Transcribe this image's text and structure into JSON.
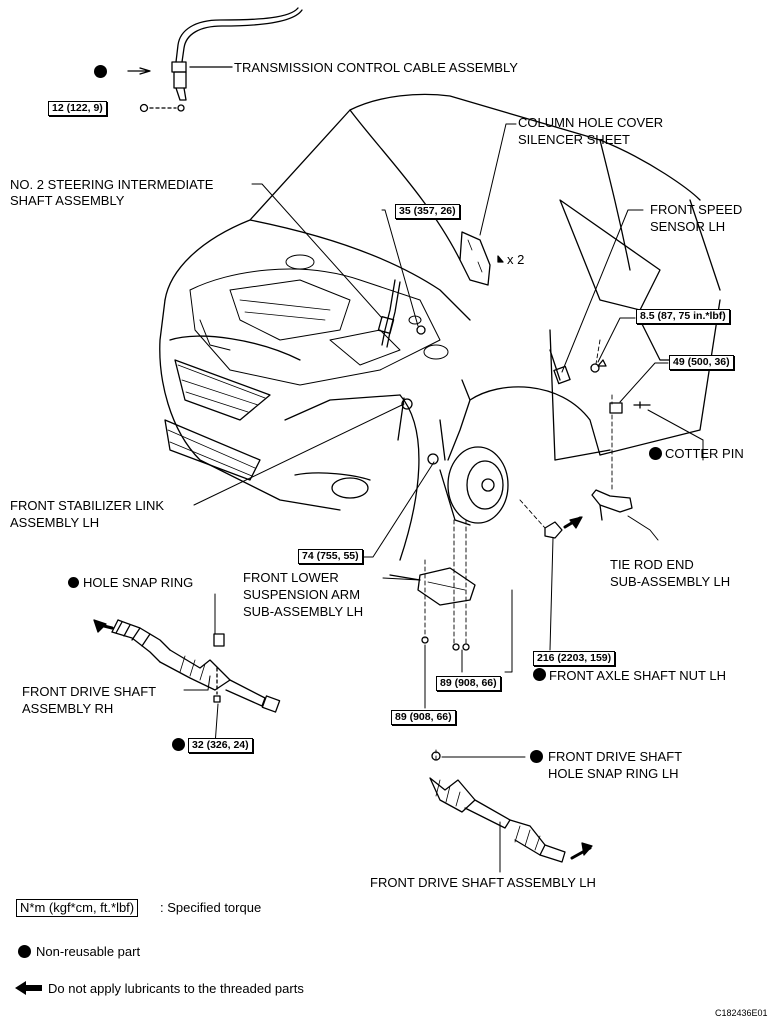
{
  "labels": {
    "transmission_cable": "TRANSMISSION CONTROL CABLE ASSEMBLY",
    "column_hole_cover_1": "COLUMN HOLE COVER",
    "column_hole_cover_2": "SILENCER SHEET",
    "steering_shaft_1": "NO. 2 STEERING INTERMEDIATE",
    "steering_shaft_2": "SHAFT ASSEMBLY",
    "front_speed_sensor_1": "FRONT SPEED",
    "front_speed_sensor_2": "SENSOR LH",
    "x2": "x 2",
    "cotter_pin": "COTTER PIN",
    "stabilizer_link_1": "FRONT STABILIZER LINK",
    "stabilizer_link_2": "ASSEMBLY LH",
    "tie_rod_end_1": "TIE ROD END",
    "tie_rod_end_2": "SUB-ASSEMBLY LH",
    "lower_arm_1": "FRONT LOWER",
    "lower_arm_2": "SUSPENSION ARM",
    "lower_arm_3": "SUB-ASSEMBLY LH",
    "hole_snap_ring": "HOLE SNAP RING",
    "drive_shaft_rh_1": "FRONT DRIVE SHAFT",
    "drive_shaft_rh_2": "ASSEMBLY RH",
    "axle_nut": "FRONT AXLE SHAFT NUT LH",
    "snap_ring_lh_1": "FRONT DRIVE SHAFT",
    "snap_ring_lh_2": "HOLE SNAP RING LH",
    "drive_shaft_lh": "FRONT DRIVE SHAFT ASSEMBLY LH"
  },
  "torques": {
    "t12": "12 (122, 9)",
    "t35": "35 (357, 26)",
    "t85": "8.5 (87, 75 in.*lbf)",
    "t49": "49 (500, 36)",
    "t74": "74 (755, 55)",
    "t216": "216 (2203, 159)",
    "t89a": "89 (908, 66)",
    "t89b": "89 (908, 66)",
    "t32": "32 (326, 24)"
  },
  "legend": {
    "unit_box": "N*m (kgf*cm, ft.*lbf)",
    "unit_text": ": Specified torque",
    "non_reusable": "Non-reusable part",
    "no_lubricant": "Do not apply lubricants to the threaded parts"
  },
  "figure_code": "C182436E01"
}
